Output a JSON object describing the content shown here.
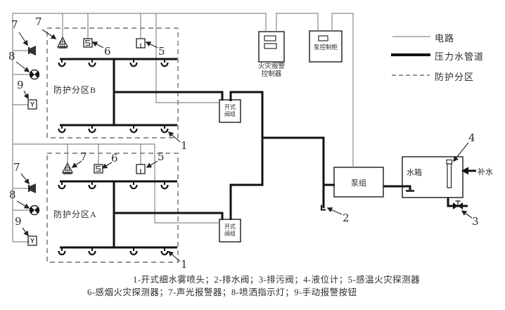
{
  "zones": {
    "zone_b": {
      "label": "防护分区B"
    },
    "zone_a": {
      "label": "防护分区A"
    }
  },
  "equipment": {
    "fire_alarm_controller": {
      "label_line1": "火灾报警",
      "label_line2": "控制器"
    },
    "pump_control_cabinet": {
      "label": "泵控制柜"
    },
    "open_valve_group": {
      "label_line1": "开式",
      "label_line2": "阀组"
    },
    "pump_group": {
      "label": "泵组"
    },
    "water_tank": {
      "label": "水箱"
    },
    "makeup_water": {
      "label": "补水"
    }
  },
  "legend": {
    "items": [
      {
        "name": "electric-circuit",
        "label": "电路"
      },
      {
        "name": "pressure-water-pipe",
        "label": "压力水管道"
      },
      {
        "name": "protection-zone",
        "label": "防护分区"
      }
    ]
  },
  "callouts": [
    {
      "id": "7-wall-b",
      "text": "7"
    },
    {
      "id": "7-zone-b",
      "text": "7"
    },
    {
      "id": "6-zone-b",
      "text": "6"
    },
    {
      "id": "5-zone-b",
      "text": "5"
    },
    {
      "id": "8-wall-b",
      "text": "8"
    },
    {
      "id": "9-wall-b",
      "text": "9"
    },
    {
      "id": "1-zone-b",
      "text": "1"
    },
    {
      "id": "7-wall-a",
      "text": "7"
    },
    {
      "id": "8-wall-a",
      "text": "8"
    },
    {
      "id": "9-wall-a",
      "text": "9"
    },
    {
      "id": "7-zone-a",
      "text": "7"
    },
    {
      "id": "6-zone-a",
      "text": "6"
    },
    {
      "id": "5-zone-a",
      "text": "5"
    },
    {
      "id": "1-zone-a",
      "text": "1"
    },
    {
      "id": "2-drain-valve",
      "text": "2"
    },
    {
      "id": "4-level-gauge",
      "text": "4"
    },
    {
      "id": "3-blowoff-valve",
      "text": "3"
    }
  ],
  "caption": {
    "line1": "1-开式细水雾喷头；2-排水阀；3-排污阀；4-液位计；5-感温火灾探测器",
    "line2": "6-感烟火灾探测器；7-声光报警器；8-喷洒指示灯；9-手动报警按钮"
  },
  "colors": {
    "electric_line": "#8a8a8a",
    "water_pipe": "#111111",
    "zone_dash": "#555555",
    "text": "#2b2b2b",
    "background": "#ffffff"
  }
}
